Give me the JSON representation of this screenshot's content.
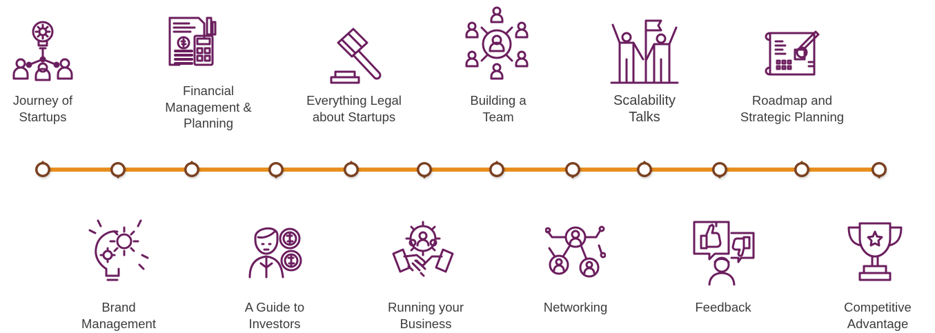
{
  "colors": {
    "line": "#e88f1f",
    "node_stroke": "#7a4020",
    "icon": "#6b1e5e",
    "text": "#3c3c3c"
  },
  "top_items": [
    {
      "label": "Journey of\nStartups",
      "icon": "idea-network-icon"
    },
    {
      "label": "Financial\nManagement &\nPlanning",
      "icon": "finance-calculator-icon"
    },
    {
      "label": "Everything Legal\nabout Startups",
      "icon": "gavel-icon"
    },
    {
      "label": "Building a\nTeam",
      "icon": "team-network-icon"
    },
    {
      "label": "Scalability\nTalks",
      "icon": "people-flag-icon"
    },
    {
      "label": "Roadmap and\nStrategic Planning",
      "icon": "blueprint-icon"
    }
  ],
  "bottom_items": [
    {
      "label": "Brand\nManagement",
      "icon": "bulb-gear-icon"
    },
    {
      "label": "A Guide to\nInvestors",
      "icon": "investor-coins-icon"
    },
    {
      "label": "Running your\nBusiness",
      "icon": "handshake-icon"
    },
    {
      "label": "Networking",
      "icon": "people-network-icon"
    },
    {
      "label": "Feedback",
      "icon": "feedback-icon"
    },
    {
      "label": "Competitive\nAdvantage",
      "icon": "trophy-icon"
    }
  ]
}
